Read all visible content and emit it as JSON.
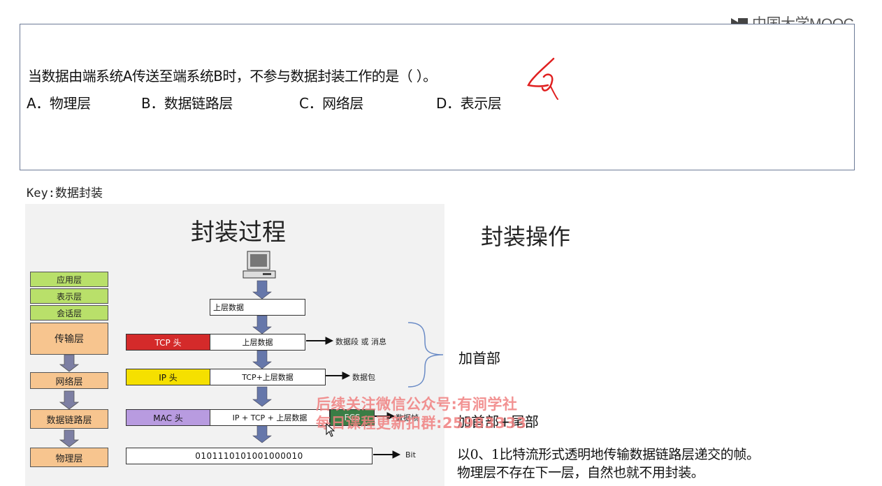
{
  "brand": {
    "logo_text": "中国大学MOOC"
  },
  "question": {
    "stem": "当数据由端系统A传送至端系统B时，不参与数据封装工作的是（     ）。",
    "options": [
      {
        "text": "A．物理层"
      },
      {
        "text": "B．数据链路层"
      },
      {
        "text": "C．网络层"
      },
      {
        "text": "D．表示层"
      }
    ]
  },
  "key_line": "Key:数据封装",
  "slide": {
    "title_process": "封装过程",
    "title_operation": "封装操作",
    "layers": [
      "应用层",
      "表示层",
      "会话层",
      "传输层",
      "网络层",
      "数据链路层",
      "物理层"
    ],
    "bars": {
      "upper_data_1": "上层数据",
      "tcp_head": "TCP 头",
      "upper_data_2": "上层数据",
      "ip_head": "IP 头",
      "tcp_upper": "TCP+上层数据",
      "mac_head": "MAC 头",
      "ip_tcp_upper": "IP + TCP + 上层数据",
      "fcs": "FCS",
      "bits": "0101110101001000010"
    },
    "outputs": {
      "segment": "数据段 或 消息",
      "packet": "数据包",
      "frame": "数据帧",
      "bit": "Bit"
    },
    "ops": {
      "add_header": "加首部",
      "add_header_trailer": "加首部+尾部"
    },
    "desc_lines": [
      "以0、1比特流形式透明地传输数据链路层递交的帧。",
      "物理层不存在下一层，自然也就不用封装。"
    ],
    "watermark": [
      "后续关注微信公众号:有涧学社",
      "每日课程更新扣群:25983333"
    ]
  },
  "colors": {
    "layer_green": "#b9e06a",
    "layer_orange": "#f7c58f",
    "tcp_red": "#d42a2a",
    "ip_yellow": "#f5e000",
    "mac_purple": "#b89be0",
    "fcs_green": "#3a7d45",
    "arrow_blue": "#6677aa",
    "annotation_red": "#e02020"
  }
}
